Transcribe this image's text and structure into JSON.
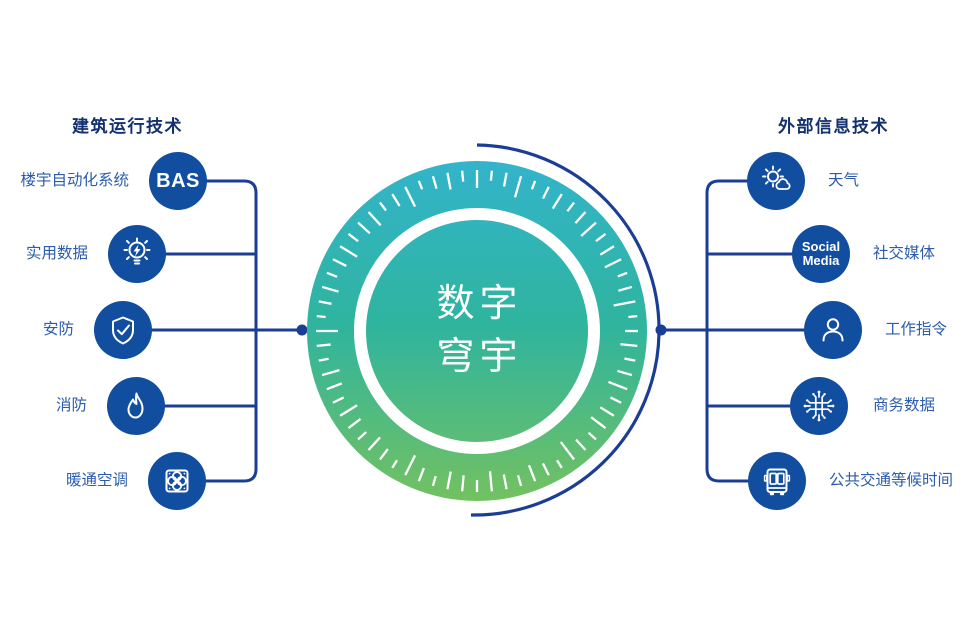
{
  "center": {
    "title_lines": [
      "数字",
      "穹宇"
    ]
  },
  "left": {
    "header": "建筑运行技术",
    "items": [
      {
        "label": "楼宇自动化系统",
        "icon": "bas-badge",
        "badge": "BAS"
      },
      {
        "label": "实用数据",
        "icon": "lightbulb-bolt-icon"
      },
      {
        "label": "安防",
        "icon": "shield-check-icon"
      },
      {
        "label": "消防",
        "icon": "flame-icon"
      },
      {
        "label": "暖通空调",
        "icon": "fan-icon"
      }
    ]
  },
  "right": {
    "header": "外部信息技术",
    "items": [
      {
        "label": "天气",
        "icon": "sun-cloud-icon"
      },
      {
        "label": "社交媒体",
        "icon": "social-media-badge",
        "badge_lines": [
          "Social",
          "Media"
        ]
      },
      {
        "label": "工作指令",
        "icon": "person-icon"
      },
      {
        "label": "商务数据",
        "icon": "circuit-network-icon"
      },
      {
        "label": "公共交通等候时间",
        "icon": "bus-icon"
      }
    ]
  },
  "colors": {
    "node_blue": "#114E9F",
    "line_navy": "#1B3E95",
    "label_blue": "#2B5CAD",
    "header_navy": "#14316F",
    "gradient_top": "#33B4CB",
    "gradient_mid": "#2FB49F",
    "gradient_bottom": "#73C161",
    "tick_white": "#FFFFFF"
  }
}
